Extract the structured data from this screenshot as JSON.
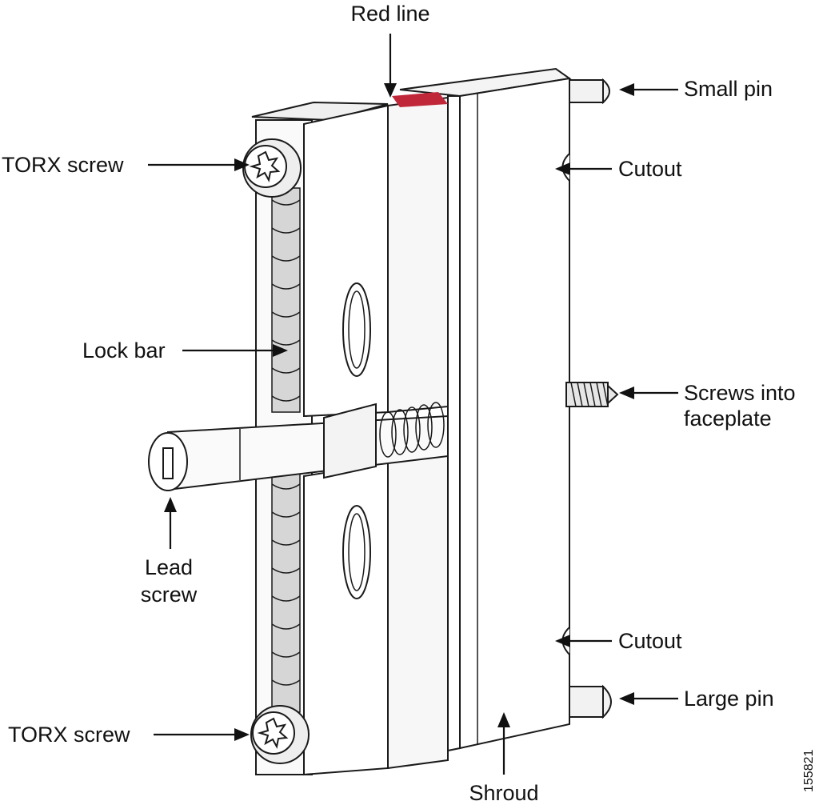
{
  "diagram": {
    "labels": {
      "red_line": "Red line",
      "small_pin": "Small pin",
      "cutout_top": "Cutout",
      "torx_top": "TORX screw",
      "lock_bar": "Lock bar",
      "screws_line1": "Screws into",
      "screws_line2": "faceplate",
      "lead_line1": "Lead",
      "lead_line2": "screw",
      "cutout_bottom": "Cutout",
      "large_pin": "Large pin",
      "torx_bottom": "TORX screw",
      "shroud": "Shroud",
      "figure_id": "155821"
    },
    "colors": {
      "red_line": "#c0283a",
      "line": "#1a1a1a",
      "shade": "#d9d9d9",
      "light_shade": "#ececec"
    }
  }
}
